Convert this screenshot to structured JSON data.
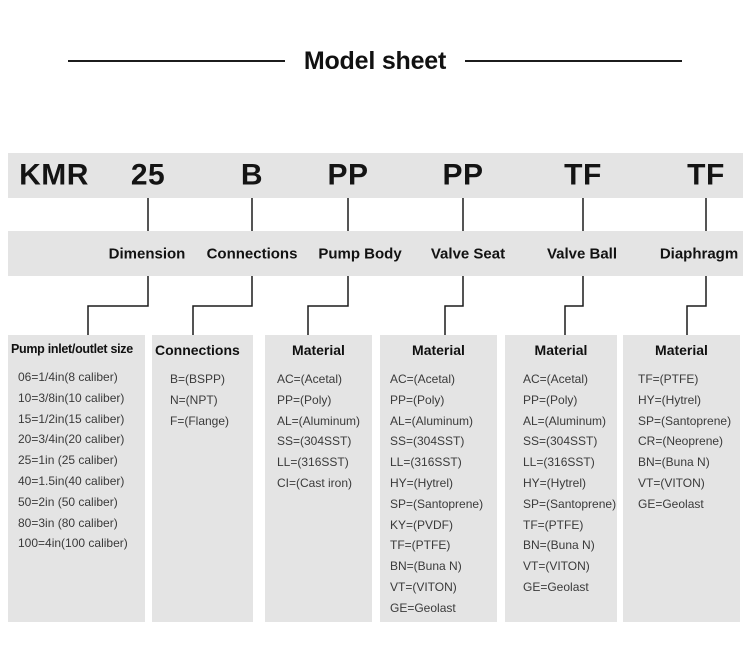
{
  "title": "Model sheet",
  "model_code": {
    "series": "KMR",
    "segments": [
      {
        "code": "25",
        "label": "Dimension"
      },
      {
        "code": "B",
        "label": "Connections"
      },
      {
        "code": "PP",
        "label": "Pump Body"
      },
      {
        "code": "PP",
        "label": "Valve Seat"
      },
      {
        "code": "TF",
        "label": "Valve Ball"
      },
      {
        "code": "TF",
        "label": "Diaphragm"
      }
    ]
  },
  "option_boxes": [
    {
      "heading": "Pump inlet/outlet size",
      "options": [
        "06=1/4in(8 caliber)",
        "10=3/8in(10 caliber)",
        "15=1/2in(15 caliber)",
        "20=3/4in(20 caliber)",
        "25=1in (25 caliber)",
        "40=1.5in(40 caliber)",
        "50=2in (50 caliber)",
        "80=3in (80 caliber)",
        "100=4in(100 caliber)"
      ]
    },
    {
      "heading": "Connections",
      "options": [
        "B=(BSPP)",
        "N=(NPT)",
        "F=(Flange)"
      ]
    },
    {
      "heading": "Material",
      "options": [
        "AC=(Acetal)",
        "PP=(Poly)",
        "AL=(Aluminum)",
        "SS=(304SST)",
        "LL=(316SST)",
        "CI=(Cast iron)"
      ]
    },
    {
      "heading": "Material",
      "options": [
        "AC=(Acetal)",
        "PP=(Poly)",
        "AL=(Aluminum)",
        "SS=(304SST)",
        "LL=(316SST)",
        "HY=(Hytrel)",
        "SP=(Santoprene)",
        "KY=(PVDF)",
        "TF=(PTFE)",
        "BN=(Buna N)",
        "VT=(VITON)",
        "GE=Geolast"
      ]
    },
    {
      "heading": "Material",
      "options": [
        "AC=(Acetal)",
        "PP=(Poly)",
        "AL=(Aluminum)",
        "SS=(304SST)",
        "LL=(316SST)",
        "HY=(Hytrel)",
        "SP=(Santoprene)",
        "TF=(PTFE)",
        "BN=(Buna N)",
        "VT=(VITON)",
        "GE=Geolast"
      ]
    },
    {
      "heading": "Material",
      "options": [
        "TF=(PTFE)",
        "HY=(Hytrel)",
        "SP=(Santoprene)",
        "CR=(Neoprene)",
        "BN=(Buna N)",
        "VT=(VITON)",
        "GE=Geolast"
      ]
    }
  ],
  "colors": {
    "panel_bg": "#e4e4e4",
    "line": "#1c1c1c",
    "heading_text": "#111111",
    "option_text": "#3a3a3a"
  }
}
